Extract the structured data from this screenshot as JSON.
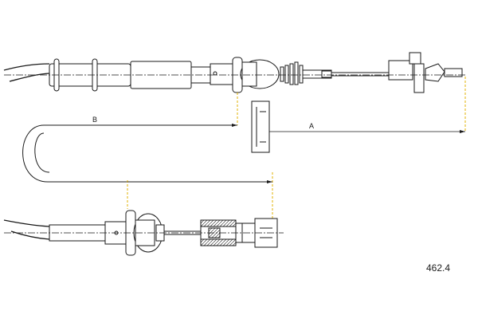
{
  "diagram": {
    "dimension_a_label": "A",
    "dimension_b_label": "B",
    "part_number": "462.4"
  }
}
